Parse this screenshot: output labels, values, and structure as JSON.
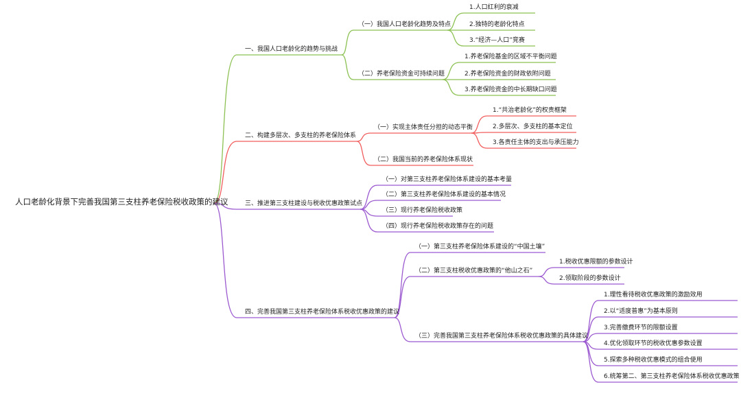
{
  "root": "人口老龄化背景下完善我国第三支柱养老保险税收政策的建议",
  "colors": {
    "green": "#8cc152",
    "red": "#f25c5c",
    "purple": "#9b59d0"
  },
  "branches": [
    {
      "label": "一、我国人口老龄化的趋势与挑战",
      "color": "green",
      "children": [
        {
          "label": "（一）我国人口老龄化趋势及特点",
          "children": [
            "1.人口红利的衰减",
            "2.独特的老龄化特点",
            "3.“经济—人口”竞赛"
          ]
        },
        {
          "label": "（二）养老保险资金可持续问题",
          "children": [
            "1.养老保险基金的区域不平衡问题",
            "2.养老保险资金的财政依附问题",
            "3.养老保险资金的中长期缺口问题"
          ]
        }
      ]
    },
    {
      "label": "二、构建多层次、多支柱的养老保险体系",
      "color": "red",
      "children": [
        {
          "label": "（一）实现主体责任分担的动态平衡",
          "children": [
            "1.“共治老龄化”的权责框架",
            "2.多层次、多支柱的基本定位",
            "3.各责任主体的支出与承压能力"
          ]
        },
        {
          "label": "（二）我国当前的养老保险体系现状",
          "children": []
        }
      ]
    },
    {
      "label": "三、推进第三支柱建设与税收优惠政策试点",
      "color": "purple",
      "children": [
        {
          "label": "（一）对第三支柱养老保险体系建设的基本考量",
          "children": []
        },
        {
          "label": "（二）第三支柱养老保险体系建设的基本情况",
          "children": []
        },
        {
          "label": "（三）现行养老保险税收政策",
          "children": []
        },
        {
          "label": "（四）现行养老保险税收政策存在的问题",
          "children": []
        }
      ]
    },
    {
      "label": "四、完善我国第三支柱养老保险体系税收优惠政策的建议",
      "color": "purple",
      "children": [
        {
          "label": "（一）第三支柱养老保险体系建设的“中国土壤”",
          "children": []
        },
        {
          "label": "（二）第三支柱税收优惠政策的“他山之石”",
          "children": [
            "1.税收优惠限额的参数设计",
            "2.领取阶段的参数设计"
          ]
        },
        {
          "label": "（三）完善我国第三支柱养老保险体系税收优惠政策的具体建议",
          "children": [
            "1.理性看待税收优惠政策的激励效用",
            "2.以“适度普惠”为基本原则",
            "3.完善缴费环节的限额设置",
            "4.优化领取环节的税收优惠参数设置",
            "5.探索多种税收优惠模式的组合使用",
            "6.统筹第二、第三支柱养老保险体系税收优惠政策"
          ]
        }
      ]
    }
  ]
}
